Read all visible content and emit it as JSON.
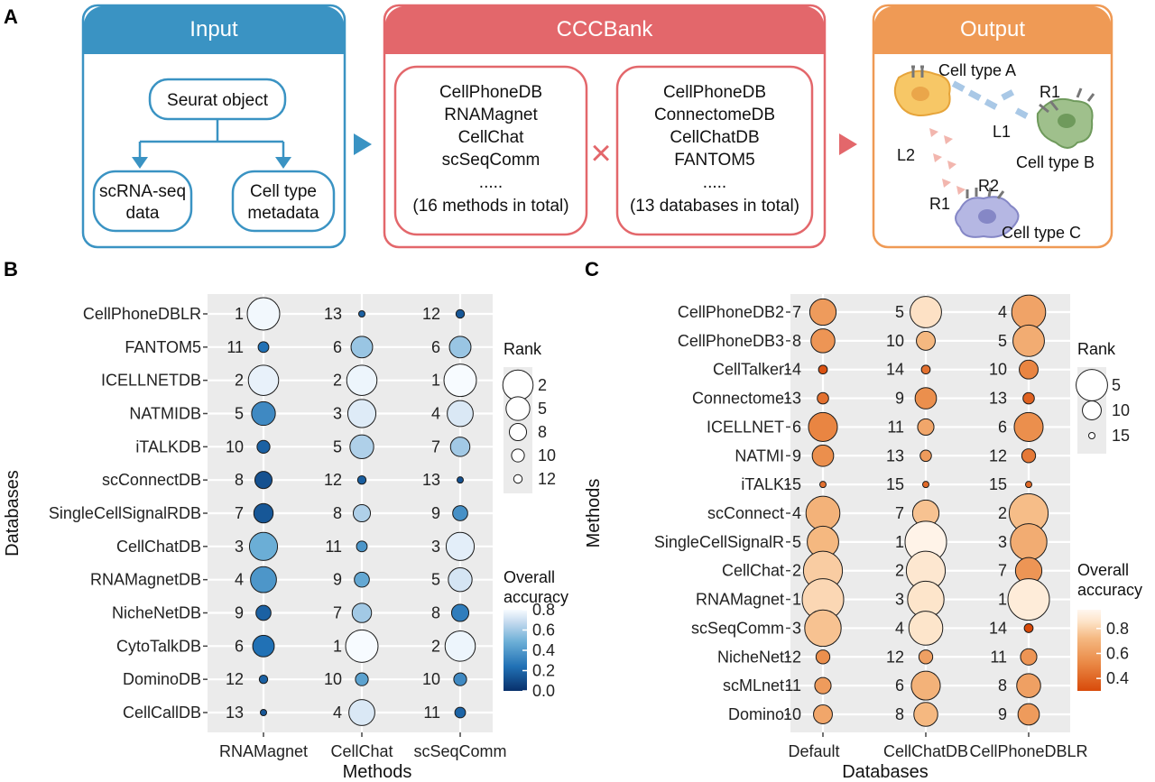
{
  "panel_labels": {
    "a": "A",
    "b": "B",
    "c": "C"
  },
  "input_box": {
    "title": "Input",
    "seurat": "Seurat object",
    "rna_line1": "scRNA-seq",
    "rna_line2": "data",
    "meta_line1": "Cell type",
    "meta_line2": "metadata"
  },
  "cccbank_box": {
    "title": "CCCBank",
    "methods": [
      "CellPhoneDB",
      "RNAMagnet",
      "CellChat",
      "scSeqComm",
      "....."
    ],
    "methods_total": "(16 methods in total)",
    "databases": [
      "CellPhoneDB",
      "ConnectomeDB",
      "CellChatDB",
      "FANTOM5",
      "....."
    ],
    "databases_total": "(13 databases in total)",
    "cross_symbol": "×"
  },
  "output_box": {
    "title": "Output",
    "cell_a": "Cell type A",
    "cell_b": "Cell type B",
    "cell_c": "Cell type C",
    "l1": "L1",
    "l2": "L2",
    "r1_b": "R1",
    "r1_c": "R1",
    "r2_c": "R2"
  },
  "colors": {
    "input": "#3a93c3",
    "cccbank": "#e3676b",
    "output": "#ef9a55",
    "panel_bg": "#ebebeb",
    "blue_scale": [
      "#08306b",
      "#2171b5",
      "#6baed6",
      "#c6dbef",
      "#f7fbff"
    ],
    "orange_scale": [
      "#d84a0a",
      "#ea8a47",
      "#f5b982",
      "#fde3c8",
      "#fff7ef"
    ]
  },
  "chart_data": [
    {
      "type": "bubble",
      "panel": "B",
      "xlabel": "Methods",
      "ylabel": "Databases",
      "x": [
        "RNAMagnet",
        "CellChat",
        "scSeqComm"
      ],
      "y": [
        "CellPhoneDBLR",
        "FANTOM5",
        "ICELLNETDB",
        "NATMIDB",
        "iTALKDB",
        "scConnectDB",
        "SingleCellSignalRDB",
        "CellChatDB",
        "RNAMagnetDB",
        "NicheNetDB",
        "CytoTalkDB",
        "DominoDB",
        "CellCallDB"
      ],
      "rank": [
        [
          1,
          13,
          12
        ],
        [
          11,
          6,
          6
        ],
        [
          2,
          2,
          1
        ],
        [
          5,
          3,
          4
        ],
        [
          10,
          5,
          7
        ],
        [
          8,
          12,
          13
        ],
        [
          7,
          8,
          9
        ],
        [
          3,
          11,
          3
        ],
        [
          4,
          9,
          5
        ],
        [
          9,
          7,
          8
        ],
        [
          6,
          1,
          2
        ],
        [
          12,
          10,
          10
        ],
        [
          13,
          4,
          11
        ]
      ],
      "accuracy": [
        [
          0.78,
          0.15,
          0.12
        ],
        [
          0.2,
          0.5,
          0.5
        ],
        [
          0.74,
          0.76,
          0.82
        ],
        [
          0.28,
          0.7,
          0.68
        ],
        [
          0.15,
          0.55,
          0.52
        ],
        [
          0.1,
          0.14,
          0.1
        ],
        [
          0.12,
          0.55,
          0.3
        ],
        [
          0.4,
          0.32,
          0.72
        ],
        [
          0.32,
          0.38,
          0.66
        ],
        [
          0.15,
          0.52,
          0.24
        ],
        [
          0.2,
          0.82,
          0.76
        ],
        [
          0.15,
          0.36,
          0.28
        ],
        [
          0.12,
          0.68,
          0.16
        ]
      ],
      "legend_rank_title": "Rank",
      "legend_rank": [
        2,
        5,
        8,
        10,
        12
      ],
      "legend_color_title": [
        "Overall",
        "accuracy"
      ],
      "legend_color_ticks": [
        "0.8",
        "0.6",
        "0.4",
        "0.2",
        "0.0"
      ],
      "legend_color_values": [
        0.8,
        0.6,
        0.4,
        0.2,
        0.0
      ],
      "color_range": [
        0.0,
        0.8
      ]
    },
    {
      "type": "bubble",
      "panel": "C",
      "xlabel": "Databases",
      "ylabel": "Methods",
      "x": [
        "Default",
        "CellChatDB",
        "CellPhoneDBLR"
      ],
      "y": [
        "CellPhoneDB2",
        "CellPhoneDB3",
        "CellTalker",
        "Connectome",
        "ICELLNET",
        "NATMI",
        "iTALK",
        "scConnect",
        "SingleCellSignalR",
        "CellChat",
        "RNAMagnet",
        "scSeqComm",
        "NicheNet",
        "scMLnet",
        "Domino"
      ],
      "rank": [
        [
          7,
          5,
          4
        ],
        [
          8,
          10,
          5
        ],
        [
          14,
          14,
          10
        ],
        [
          13,
          9,
          13
        ],
        [
          6,
          11,
          6
        ],
        [
          9,
          13,
          12
        ],
        [
          15,
          15,
          15
        ],
        [
          4,
          7,
          2
        ],
        [
          5,
          1,
          3
        ],
        [
          2,
          2,
          7
        ],
        [
          1,
          3,
          1
        ],
        [
          3,
          4,
          14
        ],
        [
          12,
          12,
          11
        ],
        [
          11,
          6,
          8
        ],
        [
          10,
          8,
          9
        ]
      ],
      "accuracy": [
        [
          0.52,
          0.78,
          0.55
        ],
        [
          0.5,
          0.62,
          0.58
        ],
        [
          0.32,
          0.4,
          0.45
        ],
        [
          0.4,
          0.48,
          0.36
        ],
        [
          0.45,
          0.56,
          0.48
        ],
        [
          0.48,
          0.52,
          0.42
        ],
        [
          0.4,
          0.38,
          0.38
        ],
        [
          0.6,
          0.66,
          0.64
        ],
        [
          0.62,
          0.92,
          0.58
        ],
        [
          0.7,
          0.82,
          0.5
        ],
        [
          0.74,
          0.8,
          0.86
        ],
        [
          0.66,
          0.8,
          0.3
        ],
        [
          0.48,
          0.54,
          0.5
        ],
        [
          0.52,
          0.6,
          0.54
        ],
        [
          0.56,
          0.62,
          0.52
        ]
      ],
      "legend_rank_title": "Rank",
      "legend_rank": [
        5,
        10,
        15
      ],
      "legend_color_title": [
        "Overall",
        "accuracy"
      ],
      "legend_color_ticks": [
        "0.8",
        "0.6",
        "0.4"
      ],
      "legend_color_values": [
        0.8,
        0.6,
        0.4
      ],
      "color_range": [
        0.3,
        0.95
      ]
    }
  ]
}
